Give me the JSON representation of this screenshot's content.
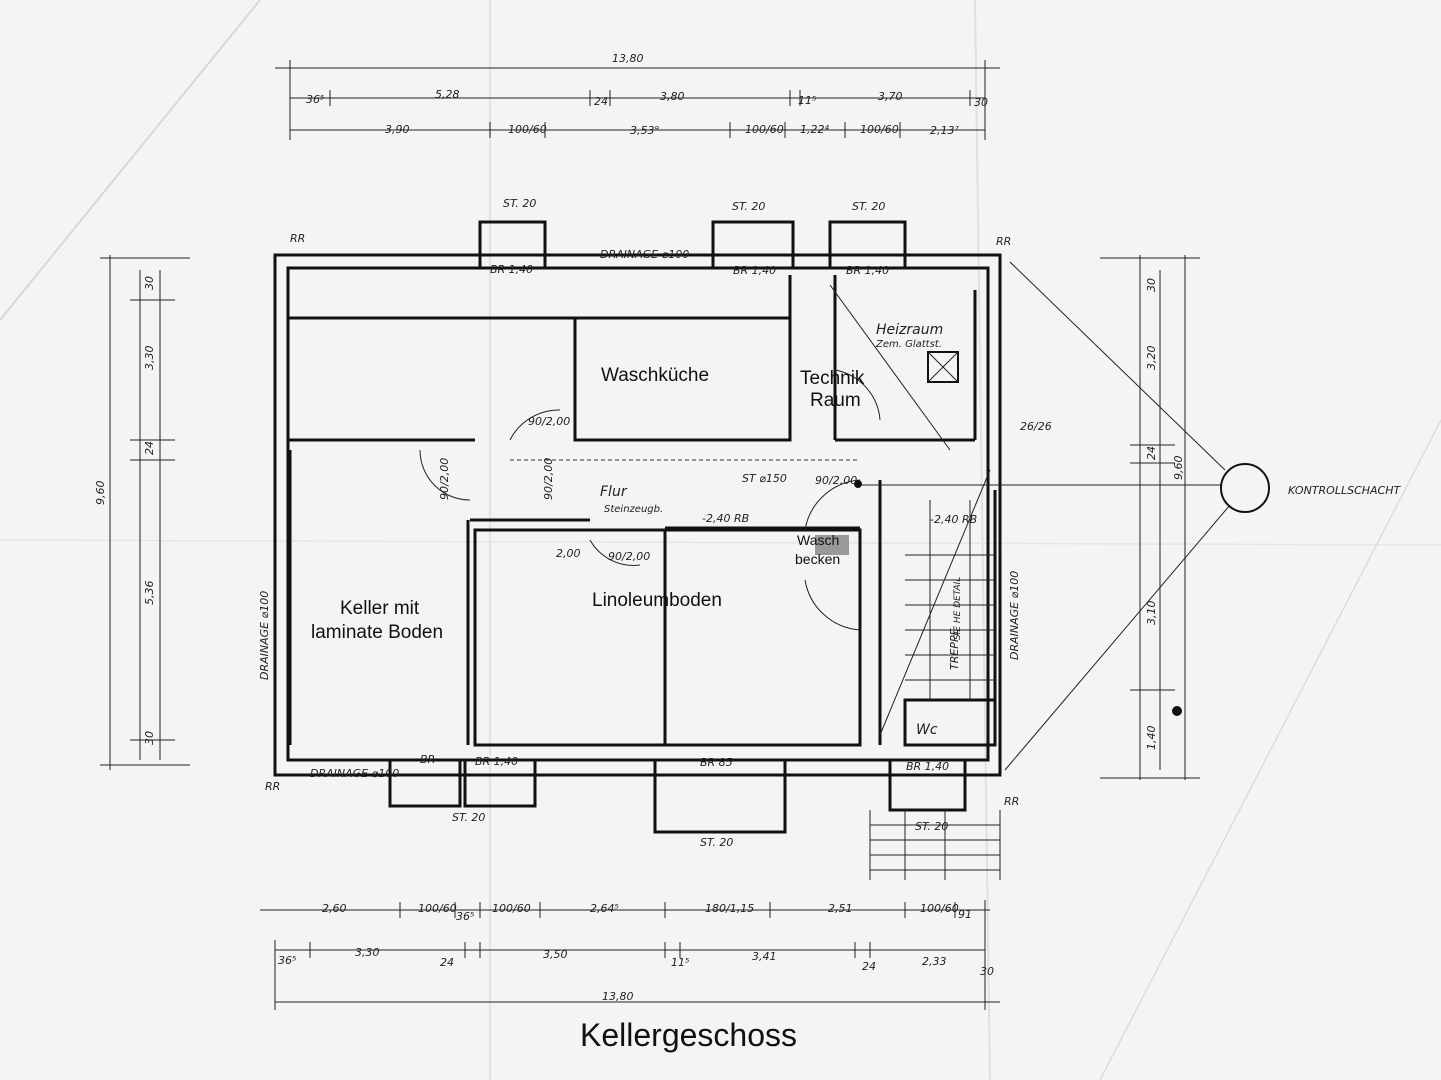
{
  "title": "Kellergeschoss",
  "rooms": {
    "waschkueche": "Waschküche",
    "technik_line1": "Technik",
    "technik_line2": "Raum",
    "keller_line1": "Keller mit",
    "keller_line2": "laminate Boden",
    "linoleum": "Linoleumboden",
    "waschbecken_line1": "Wasch",
    "waschbecken_line2": "becken",
    "flur": "Flur",
    "flur_floor": "Steinzeugb.",
    "heizraum": "Heizraum",
    "heizraum_floor": "Zem. Glattst.",
    "wc": "Wc",
    "treppe": "TREPPE",
    "siehe_detail": "SIE HE DETAIL"
  },
  "annotations": {
    "kontrollschacht": "KONTROLLSCHACHT",
    "drainage_top": "DRAINAGE ⌀100",
    "drainage_bottom": "DRAINAGE ⌀100",
    "drainage_left": "DRAINAGE ⌀100",
    "drainage_right": "DRAINAGE ⌀100",
    "level_flur": "-2,40 RB",
    "level_stair": "-2,40 RB",
    "st150": "ST ⌀150",
    "br140": "BR 1,40",
    "br140_a": "BR 1,40",
    "br140_b": "BR 1,40",
    "br140_c": "BR 1,40",
    "br_small": "BR 1,40",
    "br_left": "BR",
    "br85": "BR 85",
    "st20_1": "ST. 20",
    "st20_2": "ST. 20",
    "st20_3": "ST. 20",
    "st20_4": "ST. 20",
    "st20_5": "ST. 20",
    "st20_6": "ST. 20",
    "rr1": "RR",
    "rr2": "RR",
    "rr3": "RR",
    "rr4": "RR",
    "d2626": "26/26"
  },
  "dimensions": {
    "top_total": "13,80",
    "top_row1": [
      "36⁵",
      "5,28",
      "24",
      "3,80",
      "11⁵",
      "3,70",
      "30"
    ],
    "top_row2": [
      "3,90",
      "100/60",
      "3,53⁹",
      "100/60",
      "1,22⁴",
      "100/60",
      "2,13⁷"
    ],
    "bottom_row1": [
      "2,60",
      "100/60",
      "36⁵",
      "100/60",
      "2,64⁵",
      "180/1,15",
      "2,51",
      "100/60",
      "91"
    ],
    "bottom_row2": [
      "36⁵",
      "3,30",
      "24",
      "3,50",
      "11⁵",
      "3,41",
      "24",
      "2,33",
      "30"
    ],
    "bottom_total": "13,80",
    "left": [
      "9,60",
      "3,30",
      "24",
      "5,36",
      "30",
      "30"
    ],
    "right": [
      "9,60",
      "3,20",
      "24",
      "3,10",
      "1,40",
      "30"
    ],
    "inner": [
      "90/2,00",
      "90/2,00",
      "90/2,00",
      "2,00",
      "90/2,00",
      "90/2,00"
    ]
  }
}
